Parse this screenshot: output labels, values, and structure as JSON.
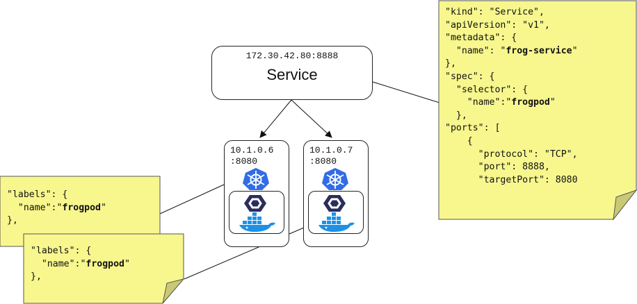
{
  "service": {
    "ip": "172.30.42.80:8888",
    "label": "Service"
  },
  "pods": [
    {
      "address": "10.1.0.6\n:8080"
    },
    {
      "address": "10.1.0.7\n:8080"
    }
  ],
  "notes": {
    "service_spec": {
      "lines": [
        {
          "pre": "\"kind\": \"Service\",",
          "bold": "",
          "post": ""
        },
        {
          "pre": "\"apiVersion\": \"v1\",",
          "bold": "",
          "post": ""
        },
        {
          "pre": "\"metadata\": {",
          "bold": "",
          "post": ""
        },
        {
          "pre": "  \"name\": \"",
          "bold": "frog-service",
          "post": "\""
        },
        {
          "pre": "},",
          "bold": "",
          "post": ""
        },
        {
          "pre": "\"spec\": {",
          "bold": "",
          "post": ""
        },
        {
          "pre": "  \"selector\": {",
          "bold": "",
          "post": ""
        },
        {
          "pre": "    \"name\":\"",
          "bold": "frogpod",
          "post": "\""
        },
        {
          "pre": "  },",
          "bold": "",
          "post": ""
        },
        {
          "pre": "\"ports\": [",
          "bold": "",
          "post": ""
        },
        {
          "pre": "    {",
          "bold": "",
          "post": ""
        },
        {
          "pre": "      \"protocol\": \"TCP\",",
          "bold": "",
          "post": ""
        },
        {
          "pre": "      \"port\": 8888,",
          "bold": "",
          "post": ""
        },
        {
          "pre": "      \"targetPort\": 8080",
          "bold": "",
          "post": ""
        }
      ]
    },
    "pod1_labels": {
      "lines": [
        {
          "pre": "\"labels\": {",
          "bold": "",
          "post": ""
        },
        {
          "pre": "  \"name\":\"",
          "bold": "frogpod",
          "post": "\""
        },
        {
          "pre": "},",
          "bold": "",
          "post": ""
        }
      ]
    },
    "pod2_labels": {
      "lines": [
        {
          "pre": "\"labels\": {",
          "bold": "",
          "post": ""
        },
        {
          "pre": "  \"name\":\"",
          "bold": "frogpod",
          "post": "\""
        },
        {
          "pre": "},",
          "bold": "",
          "post": ""
        }
      ]
    }
  },
  "colors": {
    "note_fill": "#f7f78e",
    "note_stroke": "#555555",
    "kubernetes_blue": "#326ce5",
    "podman_navy": "#2b2d5c",
    "docker_blue": "#1d91e6"
  },
  "icons": [
    "kubernetes-icon",
    "hexagon-runtime-icon",
    "docker-whale-icon"
  ]
}
